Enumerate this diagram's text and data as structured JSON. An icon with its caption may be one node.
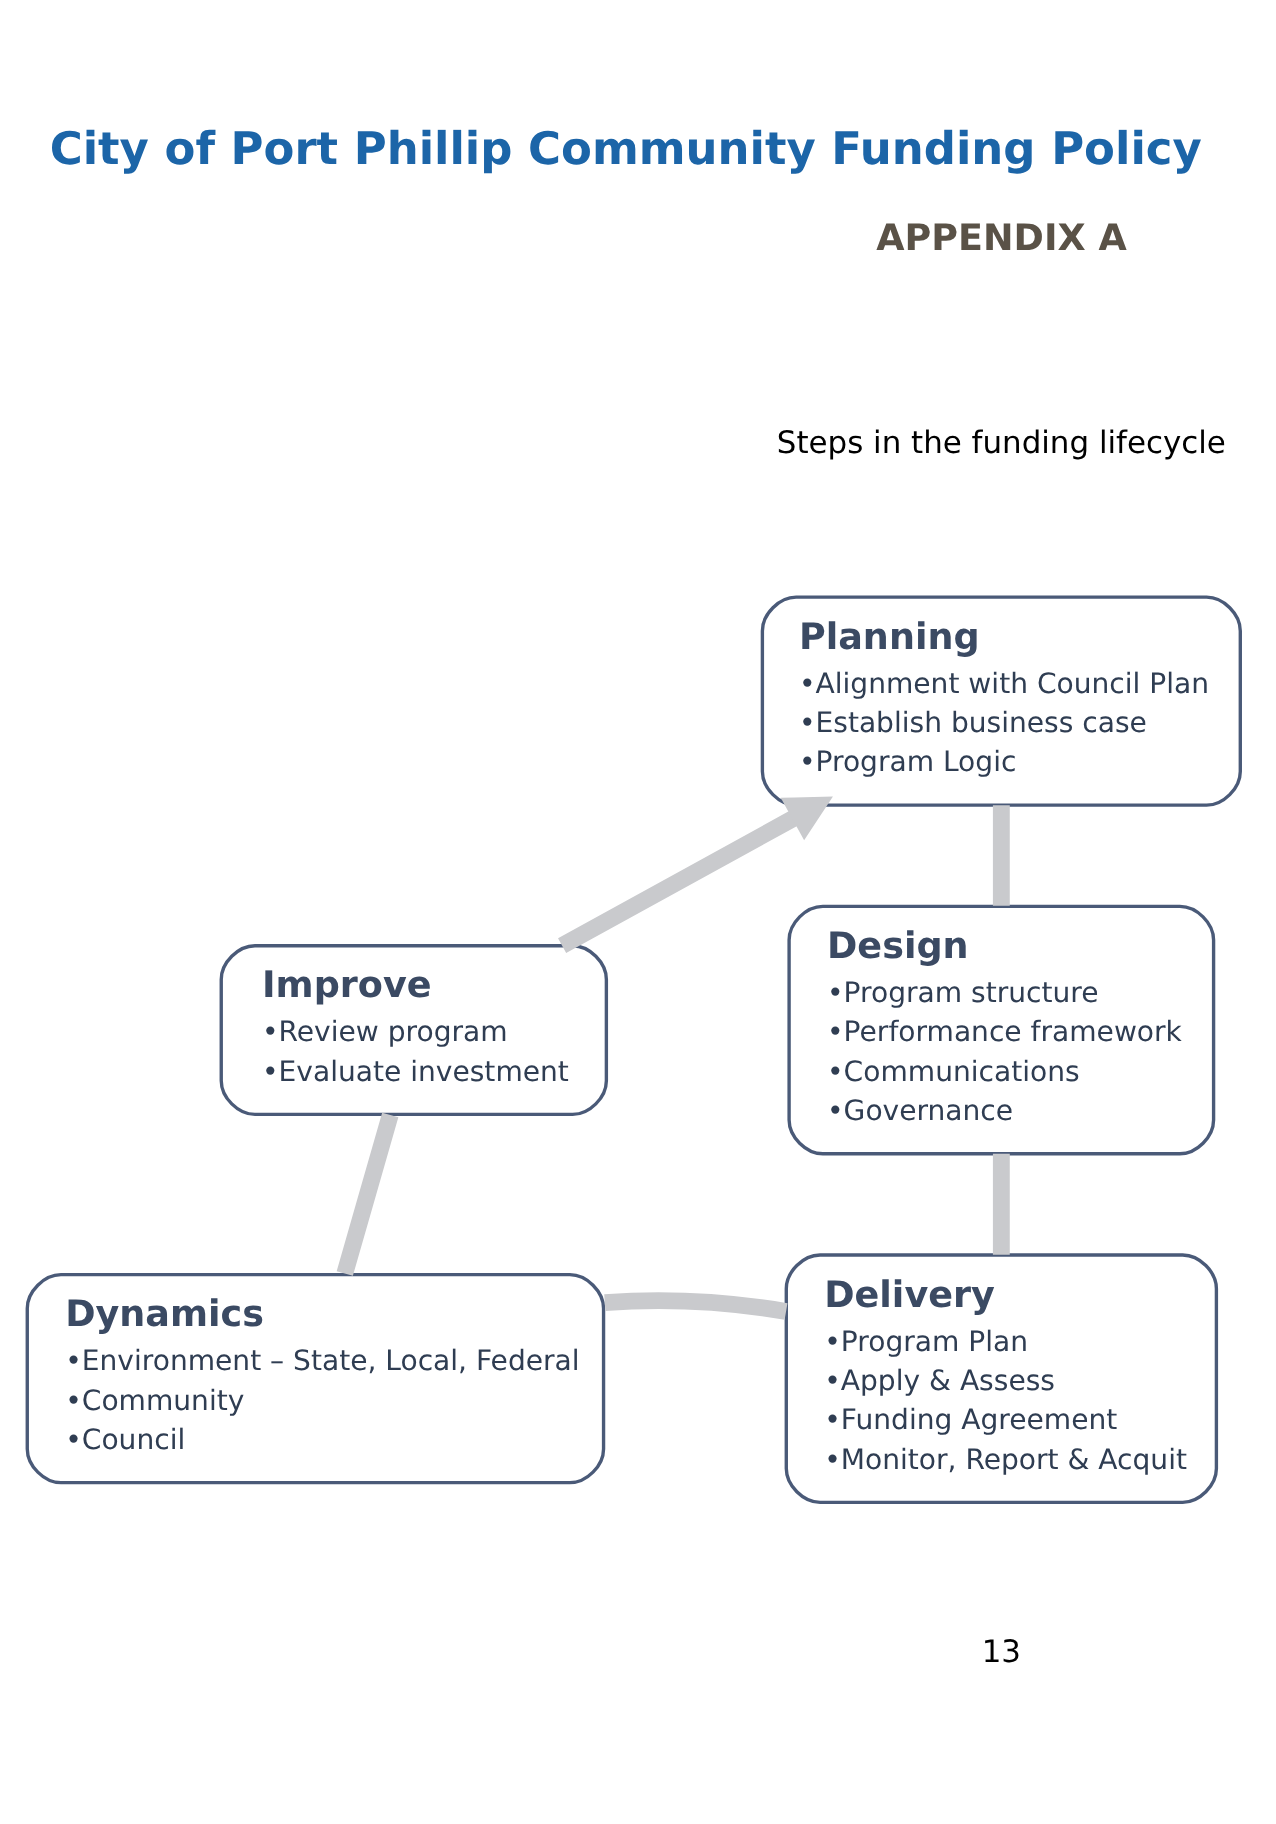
{
  "diagram": {
    "title": "City of Port Phillip Community Funding Policy",
    "nodes": [
      {
        "text": [
          "Planning",
          "•Alignment with Council Plan",
          "•Establish business case",
          "•Program Logic"
        ]
      },
      {
        "text": [
          "Design",
          "•Program structure",
          "•Performance framework",
          "•Communications",
          "•Governance"
        ]
      },
      {
        "text": [
          "Delivery",
          "•Program Plan",
          "•Apply & Assess",
          "•Funding Agreement",
          "•Monitor, Report & Acquit"
        ]
      },
      {
        "text": [
          "Dynamics",
          "•Environment – State, Local, Federal",
          "•Community",
          "•Council"
        ]
      },
      {
        "text": [
          "Improve",
          "•Review program",
          "•Evaluate investment"
        ]
      }
    ],
    "edges": [
      {
        "from": 0,
        "to": 1,
        "arrow": "none"
      },
      {
        "from": 1,
        "to": 2,
        "arrow": "none"
      },
      {
        "from": 2,
        "to": 3,
        "arrow": "none"
      },
      {
        "from": 3,
        "to": 4,
        "arrow": "none"
      },
      {
        "from": 4,
        "to": 0,
        "arrow": "to"
      }
    ],
    "labels": [
      "APPENDIX A",
      "Steps in the funding lifecycle",
      "13"
    ]
  }
}
